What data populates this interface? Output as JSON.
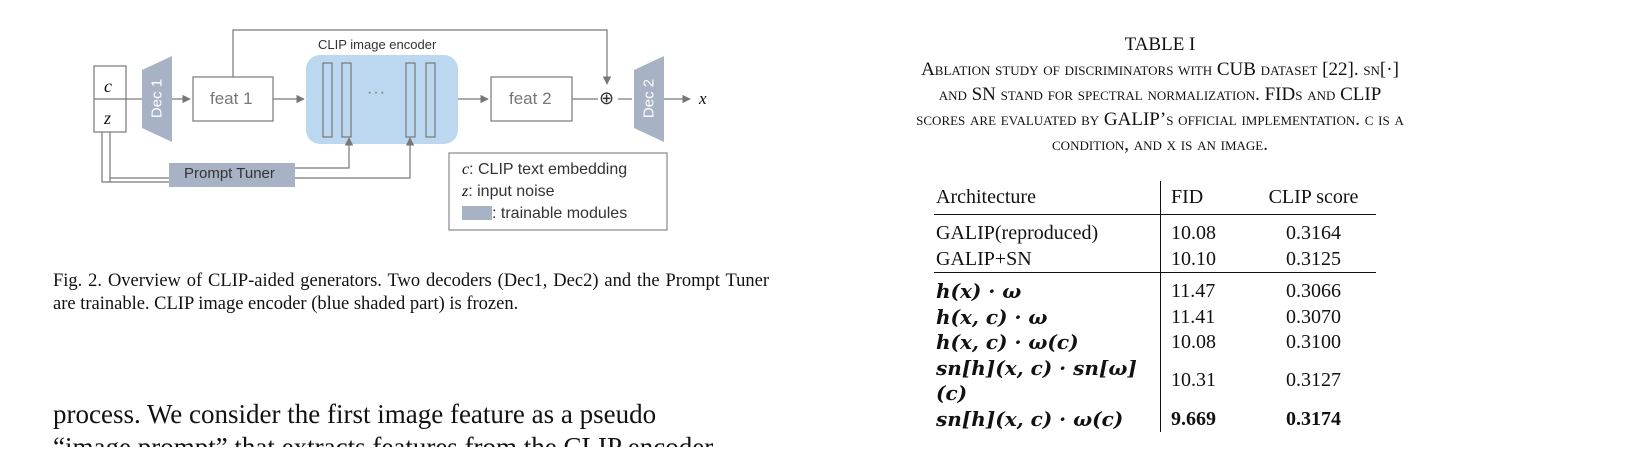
{
  "figure": {
    "input_c": "c",
    "input_z": "z",
    "dec1": "Dec 1",
    "feat1": "feat 1",
    "encoder_title": "CLIP image encoder",
    "ellipsis": "···",
    "feat2": "feat 2",
    "plus": "⊕",
    "dec2": "Dec 2",
    "output_x": "x",
    "prompt_tuner": "Prompt Tuner",
    "legend": {
      "c_symbol": "c",
      "c_text": ": CLIP text embedding",
      "z_symbol": "z",
      "z_text": ": input noise",
      "trainable_text": ": trainable modules"
    },
    "colors": {
      "module": "#a7b2c5",
      "encoder_bg": "#bcd8f0",
      "arrow": "#777777"
    }
  },
  "caption": "Fig. 2.  Overview of CLIP-aided generators. Two decoders (Dec1, Dec2) and the Prompt Tuner are trainable. CLIP image encoder (blue shaded part) is frozen.",
  "body_text": {
    "line1": "process. We consider the first image feature as a pseudo",
    "line2": "“image prompt” that extracts features from the CLIP encoder"
  },
  "table": {
    "number": "TABLE I",
    "title_lines": [
      "Ablation study of discriminators with CUB dataset [22]. sn[·]",
      "and SN stand for spectral normalization. FIDs and CLIP",
      "scores are evaluated by GALIP’s official implementation. c is a",
      "condition, and x is an image."
    ],
    "headers": {
      "architecture": "Architecture",
      "fid": "FID",
      "clip": "CLIP score"
    },
    "group1": [
      {
        "arch": "GALIP(reproduced)",
        "fid": "10.08",
        "clip": "0.3164"
      },
      {
        "arch": "GALIP+SN",
        "fid": "10.10",
        "clip": "0.3125"
      }
    ],
    "group2": [
      {
        "arch": "h(x) · ω",
        "fid": "11.47",
        "clip": "0.3066"
      },
      {
        "arch": "h(x, c) · ω",
        "fid": "11.41",
        "clip": "0.3070"
      },
      {
        "arch": "h(x, c) · ω(c)",
        "fid": "10.08",
        "clip": "0.3100"
      },
      {
        "arch": "sn[h](x, c) · sn[ω](c)",
        "fid": "10.31",
        "clip": "0.3127"
      },
      {
        "arch": "sn[h](x, c) · ω(c)",
        "fid": "9.669",
        "clip": "0.3174"
      }
    ]
  }
}
